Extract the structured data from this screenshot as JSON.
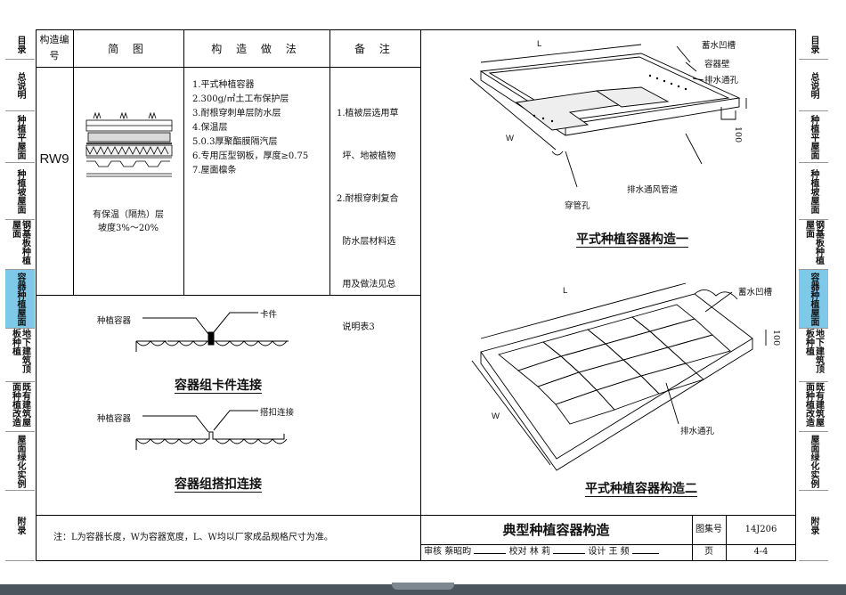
{
  "sidebar_left": [
    {
      "label": "目录"
    },
    {
      "label": "总说明"
    },
    {
      "label": "种植平屋面"
    },
    {
      "label": "种植坡屋面"
    },
    {
      "label": "钢基板种植屋面"
    },
    {
      "label": "容器种植屋面",
      "active": true
    },
    {
      "label": "地下建筑顶板种植"
    },
    {
      "label": "既有建筑屋面种植改造"
    },
    {
      "label": "屋面绿化实例"
    },
    {
      "label": "附录"
    }
  ],
  "table": {
    "headers": {
      "code": "构造编号",
      "sketch": "简 图",
      "method": "构 造 做 法",
      "note": "备 注"
    },
    "row": {
      "code": "RW9",
      "sketch_caption": "有保温（隔热）层",
      "slope": "坡度3%～20%",
      "layers": [
        "1.平式种植容器",
        "2.300g/㎡土工布保护层",
        "3.耐根穿刺单层防水层",
        "4.保温层",
        "5.0.3厚聚酯膜隔汽层",
        "6.专用压型钢板，厚度≥0.75",
        "7.屋面檩条"
      ],
      "notes": [
        "1.植被层选用草",
        "  坪、地被植物",
        "2.耐根穿刺复合",
        "  防水层材料选",
        "  用及做法见总",
        "  说明表3"
      ]
    }
  },
  "connections": {
    "clip": {
      "container_label": "种植容器",
      "clip_label": "卡件",
      "caption": "容器组卡件连接"
    },
    "lap": {
      "container_label": "种植容器",
      "lap_label": "搭扣连接",
      "caption": "容器组搭扣连接"
    }
  },
  "note": "注：L为容器长度，W为容器宽度，L、W均以厂家成品规格尺寸为准。",
  "figure1": {
    "labels": {
      "groove": "蓄水凹槽",
      "wall": "容器壁",
      "drain": "排水通孔",
      "duct": "排水通风管道",
      "pipe": "穿管孔",
      "L": "L",
      "W": "W",
      "h": "100"
    },
    "caption": "平式种植容器构造一"
  },
  "figure2": {
    "labels": {
      "groove": "蓄水凹槽",
      "drain": "排水通孔",
      "L": "L",
      "W": "W",
      "h": "100"
    },
    "caption": "平式种植容器构造二"
  },
  "title_block": {
    "title": "典型种植容器构造",
    "atlas_label": "图集号",
    "atlas_no": "14J206",
    "review_label": "审核",
    "reviewer": "蔡昭昀",
    "check_label": "校对",
    "checker": "林 莉",
    "design_label": "设计",
    "designer": "王 频",
    "page_label": "页",
    "page_no": "4-4"
  }
}
